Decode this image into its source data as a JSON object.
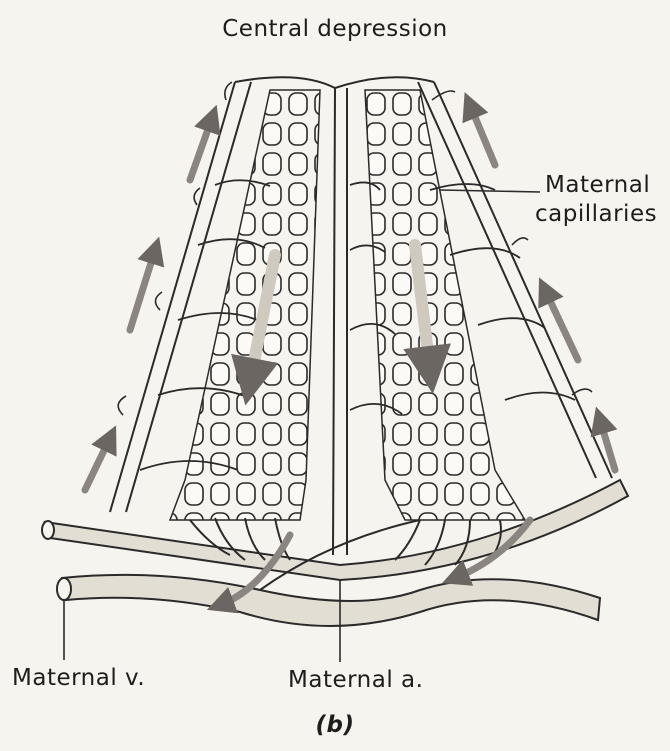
{
  "figure": {
    "title": "Central depression",
    "labels": {
      "capillaries_line1": "Maternal",
      "capillaries_line2": "capillaries",
      "vein": "Maternal v.",
      "artery": "Maternal a."
    },
    "panel": "(b)"
  },
  "colors": {
    "background": "#f6f4ef",
    "line": "#2a2a2a",
    "vessel_fill": "#e3ded4",
    "arrow_fill": "#8a8580"
  }
}
